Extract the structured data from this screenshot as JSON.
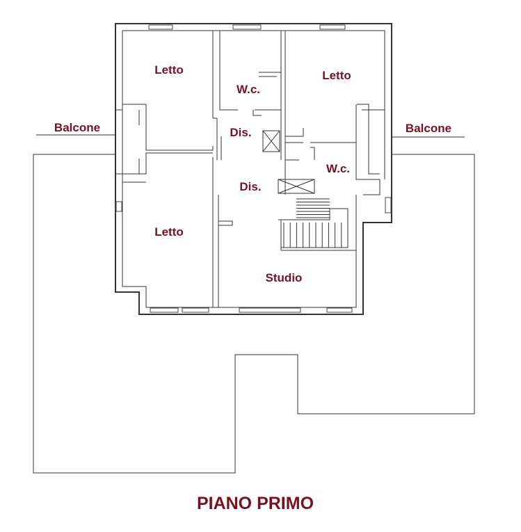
{
  "title": "PIANO PRIMO",
  "colors": {
    "label": "#7a1020",
    "line": "#333333",
    "background": "#ffffff"
  },
  "rooms": [
    {
      "id": "letto-top-left",
      "label": "Letto"
    },
    {
      "id": "wc-top",
      "label": "W.c."
    },
    {
      "id": "letto-top-right",
      "label": "Letto"
    },
    {
      "id": "balcone-left",
      "label": "Balcone"
    },
    {
      "id": "balcone-right",
      "label": "Balcone"
    },
    {
      "id": "dis-upper",
      "label": "Dis."
    },
    {
      "id": "wc-right",
      "label": "W.c."
    },
    {
      "id": "dis-lower",
      "label": "Dis."
    },
    {
      "id": "letto-bottom-left",
      "label": "Letto"
    },
    {
      "id": "studio",
      "label": "Studio"
    }
  ]
}
